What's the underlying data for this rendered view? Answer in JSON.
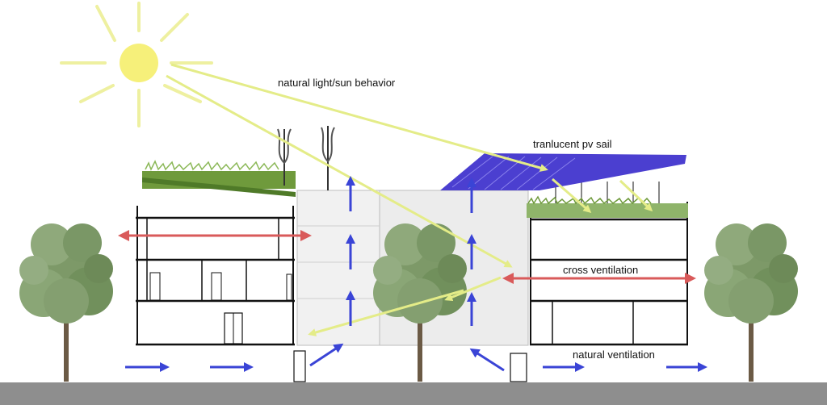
{
  "labels": {
    "sun": "natural light/sun behavior",
    "sail": "tranlucent pv sail",
    "cross": "cross ventilation",
    "natural": "natural ventilation"
  },
  "colors": {
    "sun": "#f6f07a",
    "sun_ray": "#eef0a0",
    "light_arrow": "#e4ec88",
    "cross_arrow": "#d95a5a",
    "air_arrow": "#3a44d6",
    "pv_sail": "#4b3fd0",
    "vegetation": "#6f9a3c",
    "tree_foliage": "#7d9968",
    "ground": "#8e8e8e"
  },
  "icons": [
    "sun-icon",
    "wind-turbine-icon",
    "tree-icon",
    "arrow-icon"
  ]
}
